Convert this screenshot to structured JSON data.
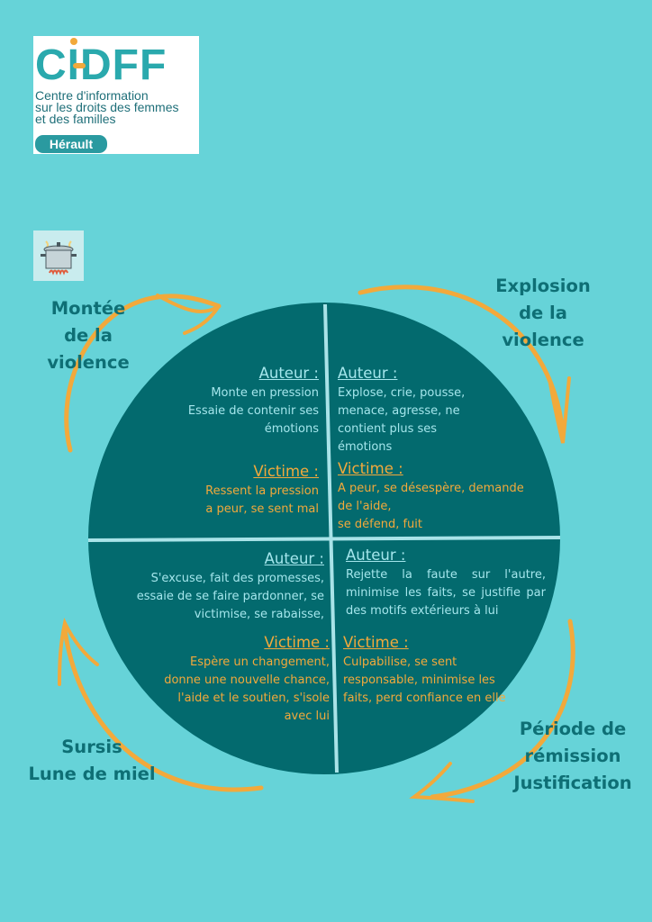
{
  "logo": {
    "word": "CIDFF",
    "tagline": [
      "Centre d'information",
      "sur les droits des femmes",
      "et des familles"
    ],
    "region": "Hérault"
  },
  "icons": {
    "pot": "cooking-pot-icon"
  },
  "colors": {
    "background": "#66d3d8",
    "circle": "#036a6e",
    "arrow": "#f2a93b",
    "label": "#0e6f75",
    "author_text": "#a4e6ec",
    "victim_text": "#f2a93b"
  },
  "phases": {
    "tl": "Montée\nde la\nviolence",
    "tr": "Explosion\nde la\nviolence",
    "br": "Période de\nrémission\nJustification",
    "bl": "Sursis\nLune de miel"
  },
  "quadrants": {
    "tl": {
      "author_title": "Auteur :",
      "author_text": "Monte en pression\nEssaie de contenir ses\némotions",
      "victim_title": "Victime :",
      "victim_text": "Ressent la pression\na peur, se sent mal"
    },
    "tr": {
      "author_title": "Auteur :",
      "author_text": "Explose, crie, pousse, menace, agresse, ne contient plus ses émotions",
      "victim_title": "Victime :",
      "victim_text": "A peur, se désespère, demande de l'aide,\nse défend, fuit"
    },
    "bl": {
      "author_title": "Auteur :",
      "author_text": "S'excuse, fait des promesses,\nessaie de se faire pardonner, se\nvictimise, se rabaisse,",
      "victim_title": "Victime :",
      "victim_text": "Espère un changement,\ndonne une nouvelle chance,\nl'aide et le soutien, s'isole\navec lui"
    },
    "br": {
      "author_title": "Auteur :",
      "author_text": "Rejette la faute sur l'autre, minimise les faits, se justifie par des motifs extérieurs à lui",
      "victim_title": "Victime :",
      "victim_text": "Culpabilise, se sent responsable, minimise les faits, perd confiance en elle"
    }
  }
}
